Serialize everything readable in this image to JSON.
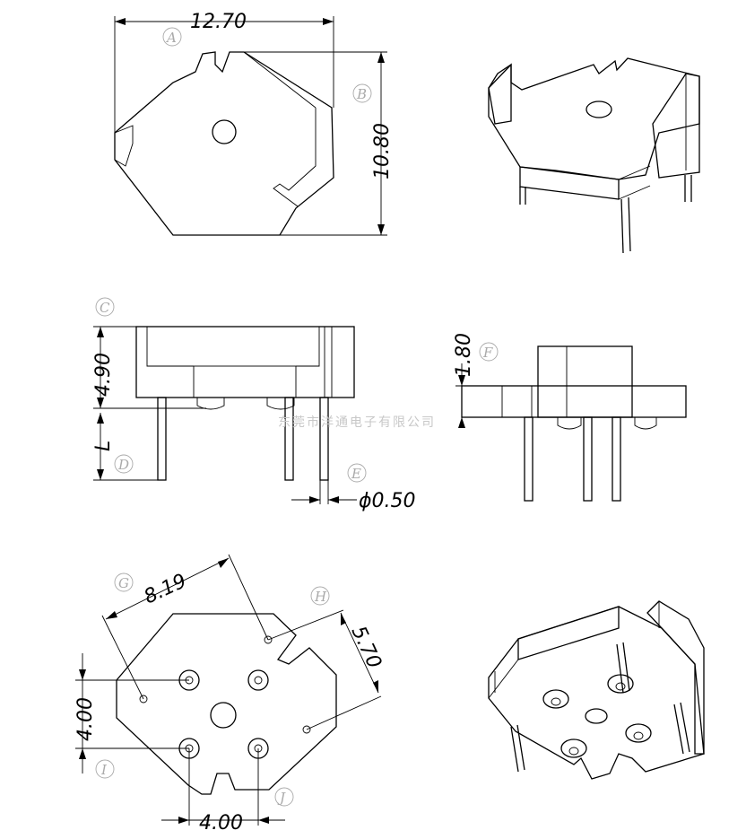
{
  "dimensions": {
    "width": "12.70",
    "depth": "10.80",
    "height": "4.90",
    "pin_length": "L",
    "pin_diameter": "ϕ0.50",
    "side_height": "1.80",
    "diagonal": "8.19",
    "pin_span": "5.70",
    "pitch_vertical": "4.00",
    "pitch_horizontal": "4.00"
  },
  "labels": [
    "A",
    "B",
    "C",
    "D",
    "E",
    "F",
    "G",
    "H",
    "I",
    "J"
  ],
  "watermark": "东莞市洋通电子有限公司"
}
